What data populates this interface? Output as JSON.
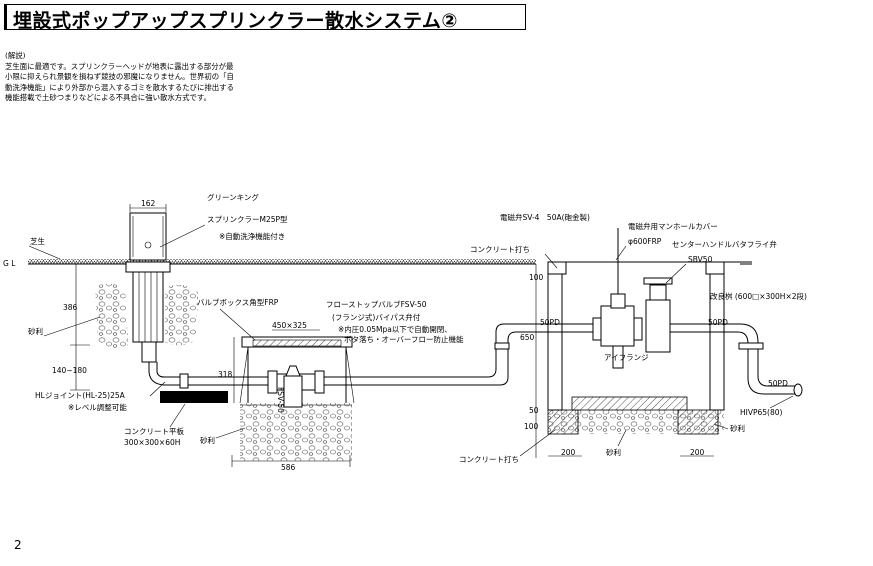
{
  "title": "埋設式ポップアップスプリンクラー散水システム②",
  "description": {
    "heading": "(解説)",
    "lines": [
      "芝生面に最適です。スプリンクラーヘッドが地表に露出する部分が最",
      "小限に抑えられ景観を損ねず競技の邪魔になりません。世界初の「自",
      "動洗浄機能」により外部から混入するゴミを散水するたびに排出する",
      "機能搭載で土砂つまりなどによる不具合に強い散水方式です。"
    ]
  },
  "labels": {
    "gl": "G L",
    "turf": "芝生",
    "gravel_left": "砂利",
    "gravel_mid": "砂利",
    "gravel_bottom": "砂利",
    "gravel_right": "砂利",
    "sprinkler_l1": "グリーンキング",
    "sprinkler_l2": "スプリンクラーM25P型",
    "sprinkler_l3": "※自動洗浄機能付き",
    "hl_joint": "HLジョイント(HL-25)25A",
    "level_adjust": "※レベル調整可能",
    "slab_l1": "コンクリート平板",
    "slab_l2": "300×300×60H",
    "valve_box": "バルブボックス角型FRP",
    "valve_l1": "フローストップバルブFSV-50",
    "valve_l2": "(フランジ式)バイパス弁付",
    "valve_l3": "※内圧0.05Mpa以下で自動開閉、",
    "valve_l4": "ボタ落ち・オーバーフロー防止機能",
    "fsv_tag": "FSV-50",
    "solenoid": "電磁弁SV-4　50A(砲金製)",
    "manhole": "電磁弁用マンホールカバー",
    "manhole_size": "φ600FRP",
    "concrete_top": "コンクリート打ち",
    "concrete_bottom": "コンクリート打ち",
    "butterfly_l1": "センターハンドルバタフライ弁",
    "butterfly_l2": "SBV50",
    "ring": "改良桝 (600□×300H×2段)",
    "flange": "アイフランジ",
    "hivp": "HIVP65(80)"
  },
  "dimensions": {
    "head_width": "162",
    "depth_386": "386",
    "range_140_180": "140~180",
    "box_450": "450×325",
    "box_318": "318",
    "box_586": "586",
    "pipe_50pd_a": "50PD",
    "pipe_50pd_b": "50PD",
    "pipe_50pd_c": "50PD",
    "d_650": "650",
    "d_100_top": "100",
    "d_50": "50",
    "d_100_bottom": "100",
    "d_200_left": "200",
    "d_200_right": "200"
  },
  "page_number": "2",
  "colors": {
    "line": "#000000",
    "background": "#ffffff",
    "gravel": "#9a9a9a",
    "slab": "#000000"
  }
}
